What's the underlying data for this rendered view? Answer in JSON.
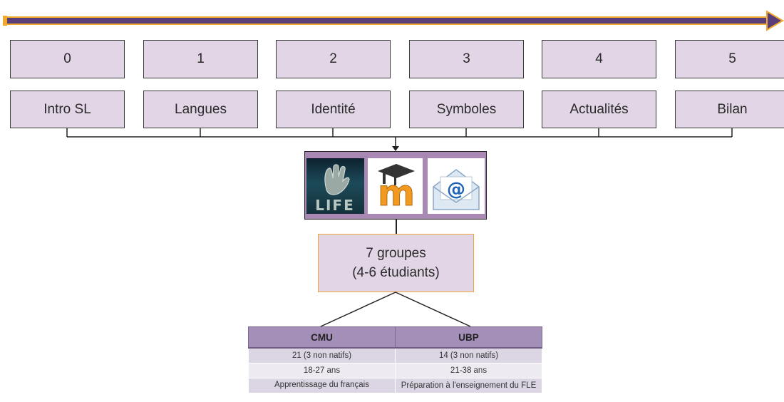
{
  "timeline": {
    "steps": [
      {
        "number": "0",
        "label": "Intro SL"
      },
      {
        "number": "1",
        "label": "Langues"
      },
      {
        "number": "2",
        "label": "Identité"
      },
      {
        "number": "3",
        "label": "Symboles"
      },
      {
        "number": "4",
        "label": "Actualités"
      },
      {
        "number": "5",
        "label": "Bilan"
      }
    ],
    "arrow_color": "#5a3e7a",
    "arrow_outline": "#f0a92b"
  },
  "tools": {
    "icons": [
      "second-life-logo-icon",
      "moodle-logo-icon",
      "email-envelope-icon"
    ],
    "logo_text": "LIFE",
    "moodle_letter": "m",
    "email_symbol": "@"
  },
  "groups": {
    "line1": "7 groupes",
    "line2": "(4-6 étudiants)"
  },
  "table": {
    "headers": [
      "CMU",
      "UBP"
    ],
    "rows": [
      [
        "21 (3 non natifs)",
        "14 (3 non natifs)"
      ],
      [
        "18-27 ans",
        "21-38 ans"
      ],
      [
        "Apprentissage du français",
        "Préparation à l'enseignement du FLE"
      ]
    ]
  },
  "colors": {
    "box_fill": "#e2d6e6",
    "panel_fill": "#a989b4",
    "table_header": "#a38fb7",
    "accent_orange": "#f2a33a"
  }
}
